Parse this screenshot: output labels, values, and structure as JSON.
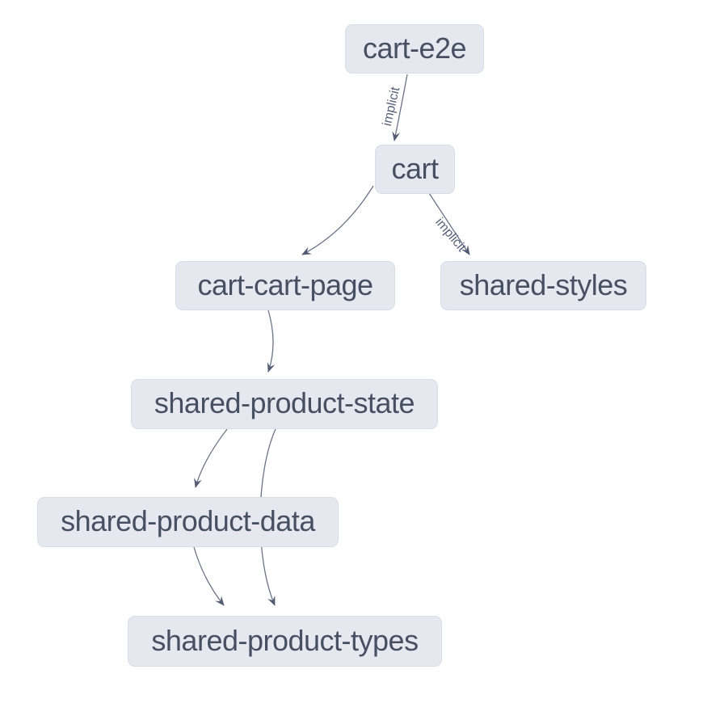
{
  "graph": {
    "kind": "project-dependency-graph",
    "nodes": [
      {
        "id": "cart-e2e",
        "label": "cart-e2e"
      },
      {
        "id": "cart",
        "label": "cart"
      },
      {
        "id": "cart-cart-page",
        "label": "cart-cart-page"
      },
      {
        "id": "shared-styles",
        "label": "shared-styles"
      },
      {
        "id": "shared-product-state",
        "label": "shared-product-state"
      },
      {
        "id": "shared-product-data",
        "label": "shared-product-data"
      },
      {
        "id": "shared-product-types",
        "label": "shared-product-types"
      }
    ],
    "edges": [
      {
        "from": "cart-e2e",
        "to": "cart",
        "label": "implicit"
      },
      {
        "from": "cart",
        "to": "cart-cart-page",
        "label": ""
      },
      {
        "from": "cart",
        "to": "shared-styles",
        "label": "implicit"
      },
      {
        "from": "cart-cart-page",
        "to": "shared-product-state",
        "label": ""
      },
      {
        "from": "shared-product-state",
        "to": "shared-product-data",
        "label": ""
      },
      {
        "from": "shared-product-state",
        "to": "shared-product-types",
        "label": ""
      },
      {
        "from": "shared-product-data",
        "to": "shared-product-types",
        "label": ""
      }
    ],
    "colors": {
      "background": "#ffffff",
      "node_fill": "#e5e8ef",
      "node_border": "#d8dde6",
      "node_text": "#475063",
      "edge_stroke": "#6b7487",
      "arrowhead": "#525d73",
      "edge_label_text": "#57617a"
    }
  }
}
